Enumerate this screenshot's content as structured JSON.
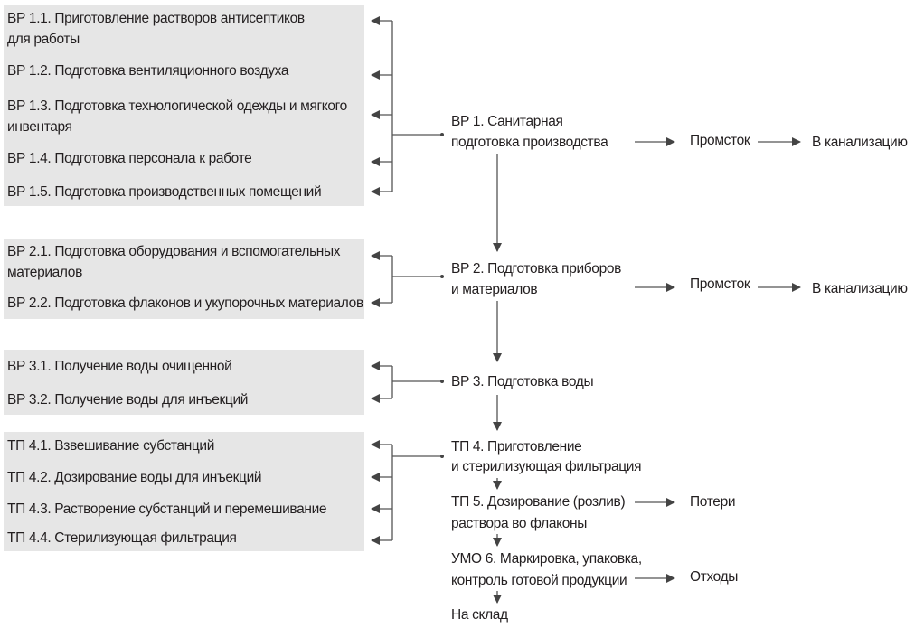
{
  "groups": [
    {
      "items": [
        "ВР 1.1. Приготовление растворов антисептиков",
        "для работы",
        "ВР 1.2. Подготовка вентиляционного воздуха",
        "ВР 1.3. Подготовка технологической одежды и мягкого",
        "инвентаря",
        "ВР 1.4. Подготовка персонала к работе",
        "ВР 1.5. Подготовка производственных помещений"
      ]
    },
    {
      "items": [
        "ВР 2.1. Подготовка оборудования и вспомогательных",
        "материалов",
        "ВР 2.2. Подготовка флаконов и укупорочных материалов"
      ]
    },
    {
      "items": [
        "ВР 3.1. Получение воды очищенной",
        "ВР 3.2. Получение воды для инъекций"
      ]
    },
    {
      "items": [
        "ТП 4.1. Взвешивание субстанций",
        "ТП 4.2. Дозирование воды для инъекций",
        "ТП 4.3. Растворение субстанций и перемешивание",
        "ТП 4.4. Стерилизующая фильтрация"
      ]
    }
  ],
  "stages": [
    [
      "ВР 1. Санитарная",
      "подготовка производства"
    ],
    [
      "ВР 2. Подготовка приборов",
      "и материалов"
    ],
    [
      "ВР 3. Подготовка воды"
    ],
    [
      "ТП 4. Приготовление",
      "и стерилизующая фильтрация"
    ],
    [
      "ТП 5. Дозирование (розлив)",
      "раствора во флаконы"
    ],
    [
      "УМО 6. Маркировка, упаковка,",
      "контроль готовой продукции"
    ],
    [
      "На склад"
    ]
  ],
  "outputs": {
    "promstok": "Промсток",
    "kanalizacia": "В канализацию",
    "poteri": "Потери",
    "othody": "Отходы"
  }
}
